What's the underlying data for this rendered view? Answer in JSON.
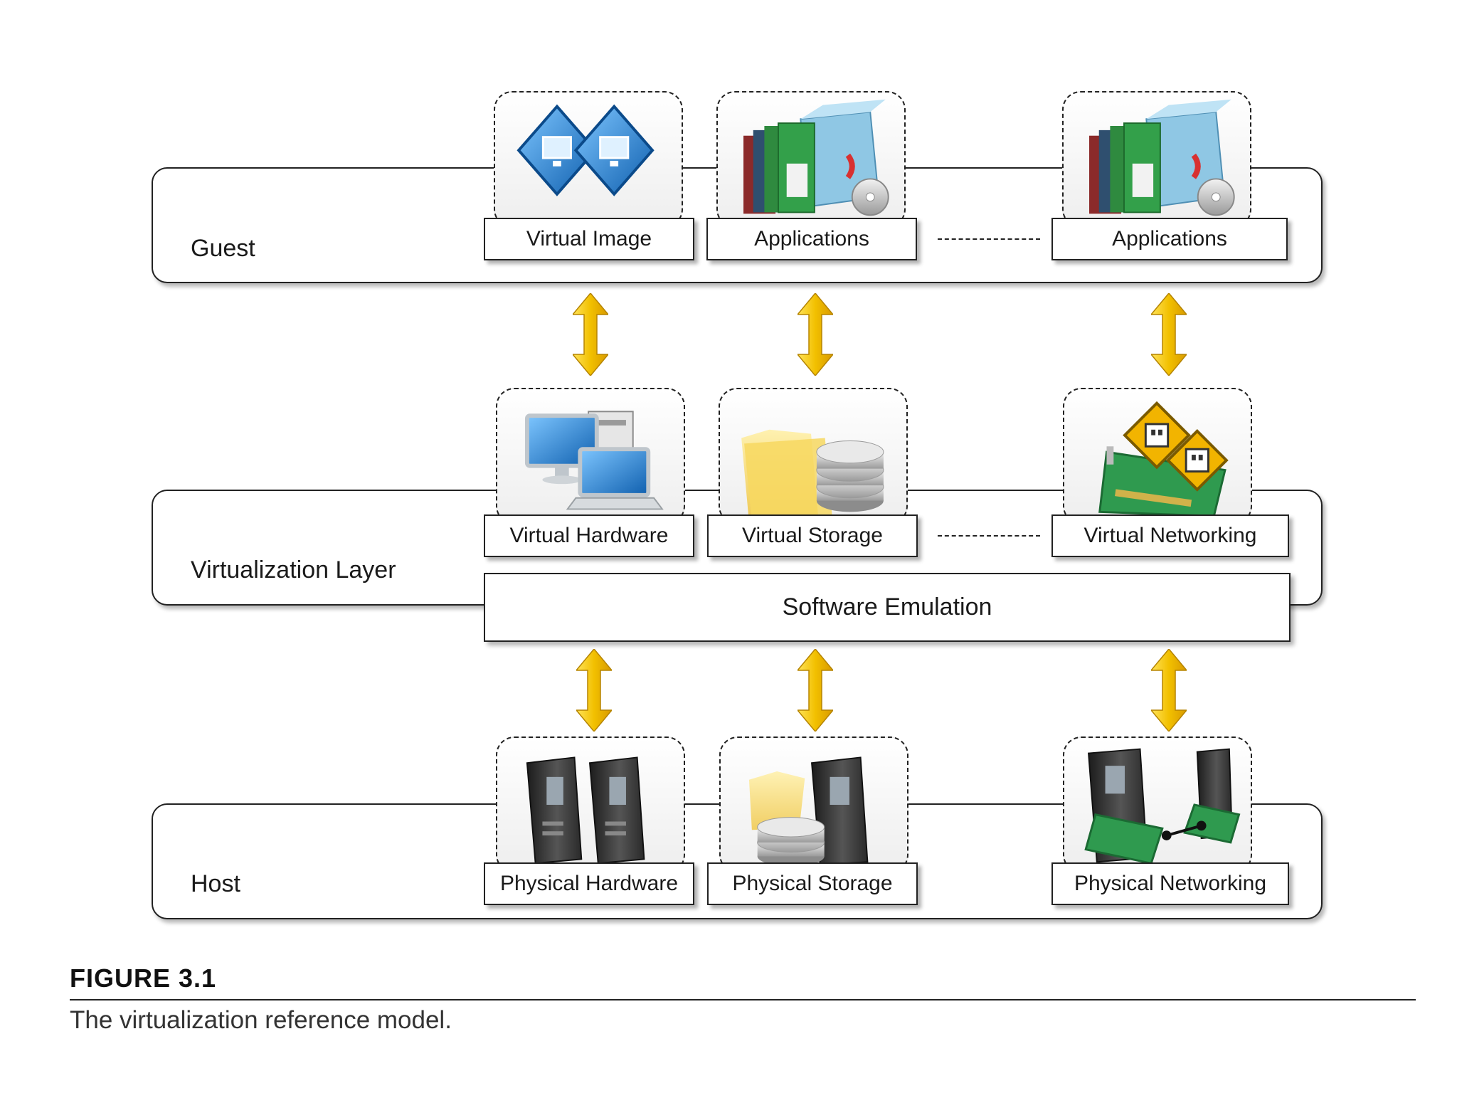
{
  "layers": {
    "guest": {
      "label": "Guest"
    },
    "virtualization": {
      "label": "Virtualization Layer"
    },
    "host": {
      "label": "Host"
    }
  },
  "guest_items": {
    "virtual_image": "Virtual Image",
    "applications_1": "Applications",
    "applications_2": "Applications"
  },
  "virtual_items": {
    "virtual_hardware": "Virtual Hardware",
    "virtual_storage": "Virtual Storage",
    "virtual_networking": "Virtual Networking",
    "software_emulation": "Software Emulation"
  },
  "host_items": {
    "physical_hardware": "Physical Hardware",
    "physical_storage": "Physical Storage",
    "physical_networking": "Physical Networking"
  },
  "figure": {
    "number": "FIGURE 3.1",
    "caption": "The virtualization reference model."
  },
  "colors": {
    "arrow": "#f2c000",
    "outline": "#222222",
    "icon_blue": "#1f78c8"
  },
  "icons": [
    "virtual-image-icon",
    "applications-icon",
    "virtual-hardware-icon",
    "virtual-storage-icon",
    "virtual-networking-icon",
    "physical-hardware-icon",
    "physical-storage-icon",
    "physical-networking-icon"
  ]
}
